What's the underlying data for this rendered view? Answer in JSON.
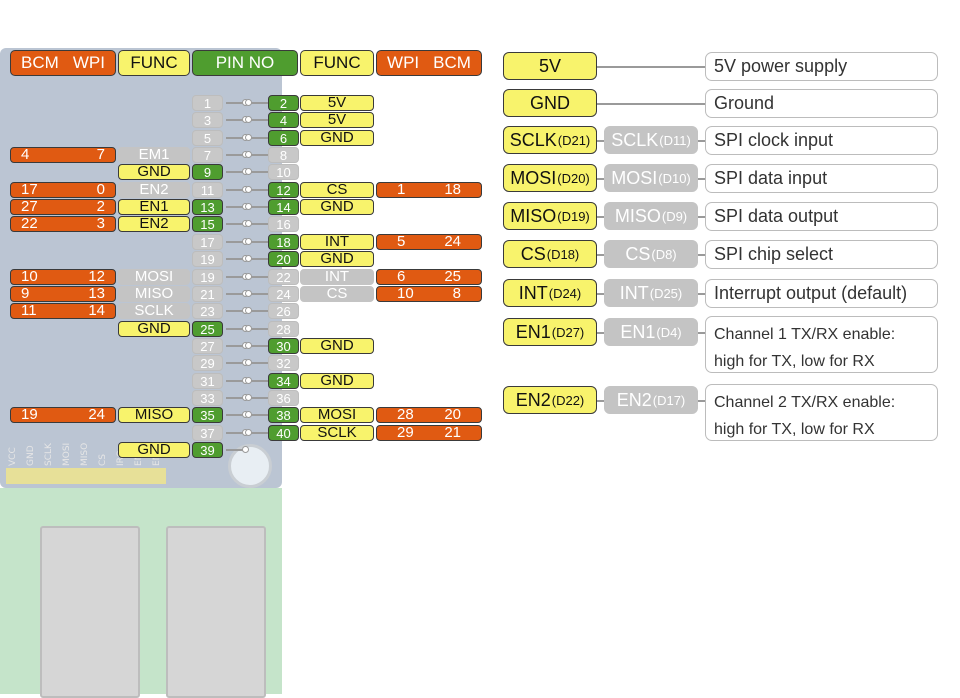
{
  "header": {
    "left_orange": {
      "a": "BCM",
      "b": "WPI"
    },
    "left_func": "FUNC",
    "pin_no": "PIN NO",
    "right_func": "FUNC",
    "right_orange": {
      "a": "WPI",
      "b": "BCM"
    }
  },
  "board_silk": [
    "VCC",
    "GND",
    "SCLK",
    "MOSI",
    "MISO",
    "CS",
    "IRQ",
    "EN1",
    "EN2"
  ],
  "rows": [
    {
      "lp": "1",
      "rp": "2",
      "rf": "5V"
    },
    {
      "lp": "3",
      "rp": "4",
      "rf": "5V"
    },
    {
      "lp": "5",
      "rp": "6",
      "rf": "GND"
    },
    {
      "lbcm": "4",
      "lwpi": "7",
      "lf": "EM1",
      "lfgrey": true,
      "lp": "7",
      "rp": "8",
      "rpgrey": true
    },
    {
      "lf": "GND",
      "lp": "9",
      "lpgreen": true,
      "rp": "10",
      "rpgrey": true
    },
    {
      "lbcm": "17",
      "lwpi": "0",
      "lf": "EN2",
      "lfgrey": true,
      "lp": "11",
      "rp": "12",
      "rf": "CS",
      "rwpi": "1",
      "rbcm": "18"
    },
    {
      "lbcm": "27",
      "lwpi": "2",
      "lf": "EN1",
      "lp": "13",
      "lpgreen": true,
      "rp": "14",
      "rf": "GND"
    },
    {
      "lbcm": "22",
      "lwpi": "3",
      "lf": "EN2",
      "lp": "15",
      "lpgreen": true,
      "rp": "16",
      "rpgrey": true
    },
    {
      "lp": "17",
      "rp": "18",
      "rf": "INT",
      "rwpi": "5",
      "rbcm": "24"
    },
    {
      "lp": "19",
      "rp": "20",
      "rf": "GND"
    },
    {
      "lbcm": "10",
      "lwpi": "12",
      "lf": "MOSI",
      "lfgrey": true,
      "lp": "19",
      "rp": "22",
      "rpgrey": true,
      "rf": "INT",
      "rfgrey": true,
      "rwpi": "6",
      "rbcm": "25"
    },
    {
      "lbcm": "9",
      "lwpi": "13",
      "lf": "MISO",
      "lfgrey": true,
      "lp": "21",
      "rp": "24",
      "rpgrey": true,
      "rf": "CS",
      "rfgrey": true,
      "rwpi": "10",
      "rbcm": "8"
    },
    {
      "lbcm": "11",
      "lwpi": "14",
      "lf": "SCLK",
      "lfgrey": true,
      "lp": "23",
      "rp": "26",
      "rpgrey": true
    },
    {
      "lf": "GND",
      "lp": "25",
      "lpgreen": true,
      "rp": "28",
      "rpgrey": true
    },
    {
      "lp": "27",
      "rp": "30",
      "rf": "GND"
    },
    {
      "lp": "29",
      "rp": "32",
      "rpgrey": true
    },
    {
      "lp": "31",
      "rp": "34",
      "rf": "GND"
    },
    {
      "lp": "33",
      "rp": "36",
      "rpgrey": true
    },
    {
      "lbcm": "19",
      "lwpi": "24",
      "lf": "MISO",
      "lp": "35",
      "lpgreen": true,
      "rp": "38",
      "rf": "MOSI",
      "rwpi": "28",
      "rbcm": "20"
    },
    {
      "lp": "37",
      "rp": "40",
      "rf": "SCLK",
      "rwpi": "29",
      "rbcm": "21"
    },
    {
      "lf": "GND",
      "lp": "39",
      "lpgreen": true
    }
  ],
  "legend": [
    {
      "main": "5V",
      "desc": "5V power supply"
    },
    {
      "main": "GND",
      "desc": "Ground"
    },
    {
      "main": "SCLK",
      "sub": "(D21)",
      "alt": "SCLK",
      "altsub": "(D11)",
      "desc": "SPI clock input"
    },
    {
      "main": "MOSI",
      "sub": "(D20)",
      "alt": "MOSI",
      "altsub": "(D10)",
      "desc": "SPI data input"
    },
    {
      "main": "MISO",
      "sub": "(D19)",
      "alt": "MISO",
      "altsub": "(D9)",
      "desc": "SPI data output"
    },
    {
      "main": "CS",
      "sub": "(D18)",
      "alt": "CS",
      "altsub": "(D8)",
      "desc": "SPI chip select"
    },
    {
      "main": "INT",
      "sub": "(D24)",
      "alt": "INT",
      "altsub": "(D25)",
      "desc": "Interrupt output (default)"
    },
    {
      "main": "EN1",
      "sub": "(D27)",
      "alt": "EN1",
      "altsub": "(D4)",
      "desc1": "Channel 1 TX/RX enable:",
      "desc2": "high for TX, low for RX"
    },
    {
      "main": "EN2",
      "sub": "(D22)",
      "alt": "EN2",
      "altsub": "(D17)",
      "desc1": "Channel 2 TX/RX enable:",
      "desc2": "high for TX, low for RX"
    }
  ],
  "colors": {
    "orange": "#e05a12",
    "yellow": "#f8f36c",
    "green": "#4f9d2f",
    "grey": "#c4c4c4"
  }
}
